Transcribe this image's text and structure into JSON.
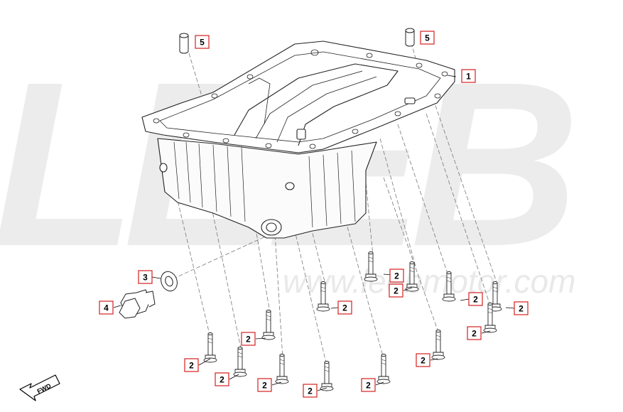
{
  "watermark": {
    "logo_text": "LEEB",
    "site_text": "www.leebmotor.com"
  },
  "direction_arrow": {
    "label": "FWD"
  },
  "callouts": [
    {
      "id": "c1",
      "label": "1"
    },
    {
      "id": "c5a",
      "label": "5"
    },
    {
      "id": "c5b",
      "label": "5"
    },
    {
      "id": "c3",
      "label": "3"
    },
    {
      "id": "c4",
      "label": "4"
    },
    {
      "id": "c2a",
      "label": "2"
    },
    {
      "id": "c2b",
      "label": "2"
    },
    {
      "id": "c2c",
      "label": "2"
    },
    {
      "id": "c2d",
      "label": "2"
    },
    {
      "id": "c2e",
      "label": "2"
    },
    {
      "id": "c2f",
      "label": "2"
    },
    {
      "id": "c2g",
      "label": "2"
    },
    {
      "id": "c2h",
      "label": "2"
    },
    {
      "id": "c2i",
      "label": "2"
    },
    {
      "id": "c2j",
      "label": "2"
    },
    {
      "id": "c2k",
      "label": "2"
    },
    {
      "id": "c2l",
      "label": "2"
    },
    {
      "id": "c2m",
      "label": "2"
    }
  ]
}
